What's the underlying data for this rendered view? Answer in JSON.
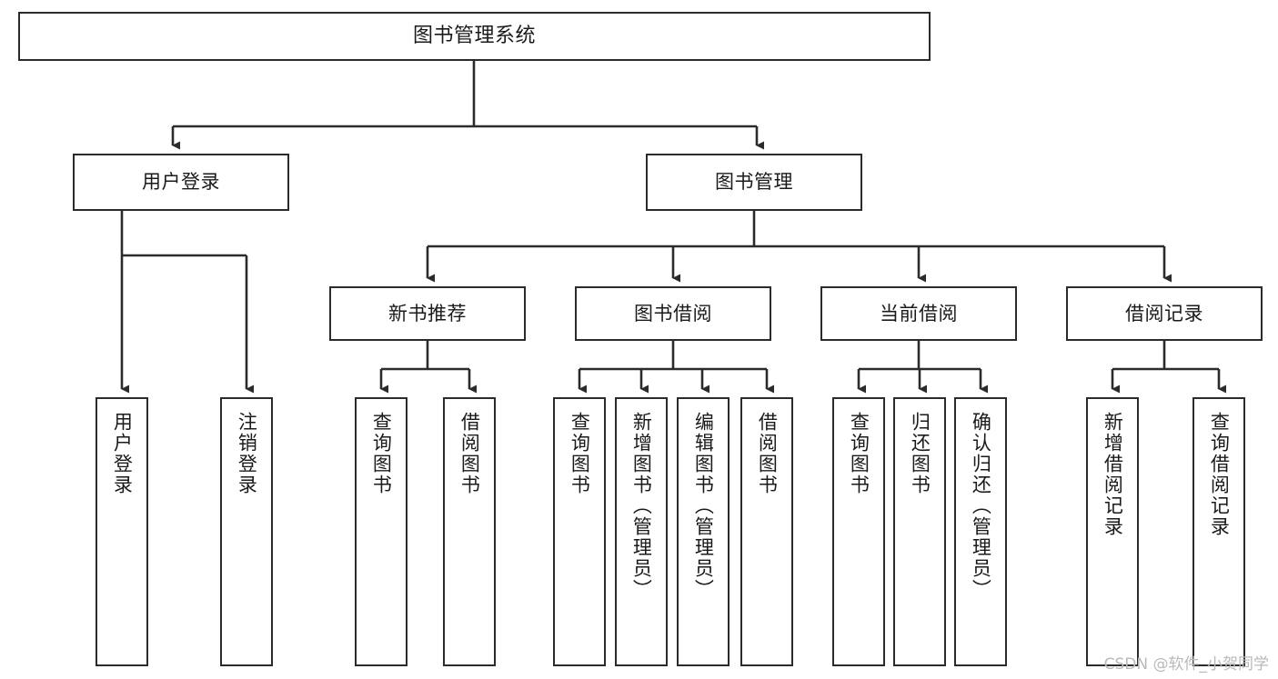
{
  "diagram": {
    "title": "图书管理系统",
    "watermark": "CSDN @软件_小贺同学",
    "colors": {
      "stroke": "#2b2b2b",
      "fill": "#ffffff",
      "text": "#1a1a1a",
      "watermark": "#b9b9b9"
    },
    "nodes": {
      "root": {
        "label": "图书管理系统",
        "orientation": "horizontal"
      },
      "level2": [
        {
          "label": "用户登录",
          "orientation": "horizontal"
        },
        {
          "label": "图书管理",
          "orientation": "horizontal"
        }
      ],
      "level3": [
        {
          "label": "新书推荐",
          "orientation": "horizontal"
        },
        {
          "label": "图书借阅",
          "orientation": "horizontal"
        },
        {
          "label": "当前借阅",
          "orientation": "horizontal"
        },
        {
          "label": "借阅记录",
          "orientation": "horizontal"
        }
      ],
      "leaves": {
        "user_login": [
          {
            "label": "用户登录",
            "orientation": "vertical"
          },
          {
            "label": "注销登录",
            "orientation": "vertical"
          }
        ],
        "new_book_recommend": [
          {
            "label": "查询图书",
            "orientation": "vertical"
          },
          {
            "label": "借阅图书",
            "orientation": "vertical"
          }
        ],
        "book_borrow": [
          {
            "label": "查询图书",
            "orientation": "vertical"
          },
          {
            "label": "新增图书（管理员）",
            "orientation": "vertical"
          },
          {
            "label": "编辑图书（管理员）",
            "orientation": "vertical"
          },
          {
            "label": "借阅图书",
            "orientation": "vertical"
          }
        ],
        "current_borrow": [
          {
            "label": "查询图书",
            "orientation": "vertical"
          },
          {
            "label": "归还图书",
            "orientation": "vertical"
          },
          {
            "label": "确认归还（管理员）",
            "orientation": "vertical"
          }
        ],
        "borrow_record": [
          {
            "label": "新增借阅记录",
            "orientation": "vertical"
          },
          {
            "label": "查询借阅记录",
            "orientation": "vertical"
          }
        ]
      }
    }
  }
}
